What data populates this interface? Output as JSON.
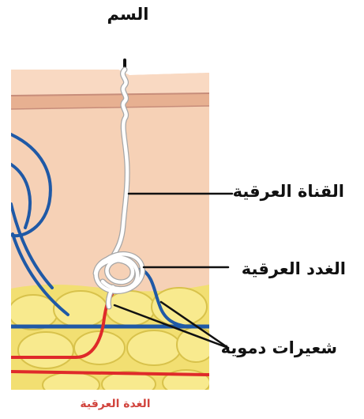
{
  "labels": {
    "top": "السم",
    "duct": "القناة العرقية",
    "gland": "الغدد العرقية",
    "capillaries": "شعيرات دموية"
  },
  "caption": "الغدة العرقية",
  "colors": {
    "skin": "#f6d1b6",
    "epidermis_band": "#e7b091",
    "dermis_line": "#c78d7a",
    "fat": "#f2df72",
    "fat_shadow": "#d8c24b",
    "vein": "#1f59a6",
    "artery": "#df2a2a",
    "duct": "#ffffff",
    "caption": "#d1443d"
  }
}
